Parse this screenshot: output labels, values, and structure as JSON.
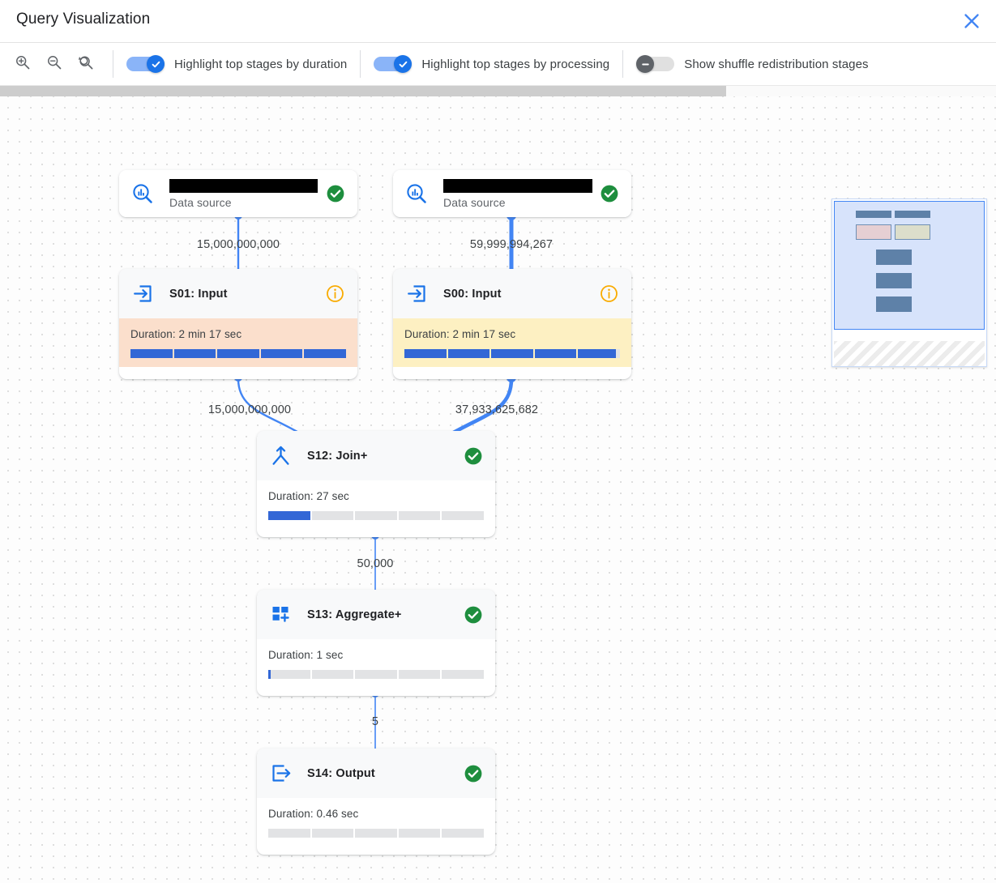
{
  "header": {
    "title": "Query Visualization",
    "close_icon": "close-icon"
  },
  "toolbar": {
    "zoom_in_icon": "zoom-in-icon",
    "zoom_out_icon": "zoom-out-icon",
    "zoom_reset_icon": "zoom-reset-icon",
    "toggles": [
      {
        "label": "Highlight top stages by duration",
        "state": "on"
      },
      {
        "label": "Highlight top stages by processing",
        "state": "on"
      },
      {
        "label": "Show shuffle redistribution stages",
        "state": "off"
      }
    ]
  },
  "graph": {
    "nodes": [
      {
        "id": "ds-left",
        "kind": "data-source",
        "title": "",
        "subtitle": "Data source",
        "name_redacted": true,
        "icon": "bigquery-data-source-icon",
        "status": "success",
        "status_icon": "check-circle-icon"
      },
      {
        "id": "ds-right",
        "kind": "data-source",
        "title": "",
        "subtitle": "Data source",
        "name_redacted": true,
        "icon": "bigquery-data-source-icon",
        "status": "success",
        "status_icon": "check-circle-icon"
      },
      {
        "id": "s01",
        "kind": "stage",
        "title": "S01: Input",
        "icon": "input-arrow-icon",
        "status": "info",
        "status_icon": "info-circle-icon",
        "duration_label": "Duration: 2 min 17 sec",
        "duration_fill_pct": 100,
        "highlight": "orange"
      },
      {
        "id": "s00",
        "kind": "stage",
        "title": "S00: Input",
        "icon": "input-arrow-icon",
        "status": "info",
        "status_icon": "info-circle-icon",
        "duration_label": "Duration: 2 min 17 sec",
        "duration_fill_pct": 98,
        "highlight": "yellow"
      },
      {
        "id": "s12",
        "kind": "stage",
        "title": "S12: Join+",
        "icon": "join-icon",
        "status": "success",
        "status_icon": "check-circle-icon",
        "duration_label": "Duration: 27 sec",
        "duration_fill_pct": 20,
        "highlight": "none"
      },
      {
        "id": "s13",
        "kind": "stage",
        "title": "S13: Aggregate+",
        "icon": "aggregate-icon",
        "status": "success",
        "status_icon": "check-circle-icon",
        "duration_label": "Duration: 1 sec",
        "duration_fill_pct": 1,
        "highlight": "none"
      },
      {
        "id": "s14",
        "kind": "stage",
        "title": "S14: Output",
        "icon": "output-arrow-icon",
        "status": "success",
        "status_icon": "check-circle-icon",
        "duration_label": "Duration: 0.46 sec",
        "duration_fill_pct": 0,
        "highlight": "none"
      }
    ],
    "edges": [
      {
        "from": "ds-left",
        "to": "s01",
        "rows": "15,000,000,000"
      },
      {
        "from": "ds-right",
        "to": "s00",
        "rows": "59,999,994,267"
      },
      {
        "from": "s01",
        "to": "s12",
        "rows": "15,000,000,000"
      },
      {
        "from": "s00",
        "to": "s12",
        "rows": "37,933,625,682"
      },
      {
        "from": "s12",
        "to": "s13",
        "rows": "50,000"
      },
      {
        "from": "s13",
        "to": "s14",
        "rows": "5"
      }
    ]
  },
  "minimap": {
    "name": "graph-minimap"
  },
  "colors": {
    "accent": "#1a73e8",
    "success": "#1e8e3e",
    "info": "#f9ab00",
    "bar_fill": "#3367d6",
    "highlight_orange": "#fbdfcc",
    "highlight_yellow": "#fdf0c2",
    "edge": "#4285f4"
  }
}
